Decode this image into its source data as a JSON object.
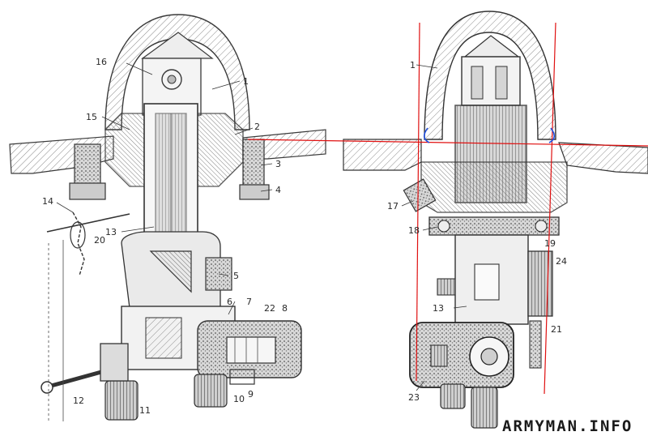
{
  "left_view": {
    "labels": [
      {
        "id": "16",
        "text": "16"
      },
      {
        "id": "1",
        "text": "1"
      },
      {
        "id": "15",
        "text": "15"
      },
      {
        "id": "2",
        "text": "2"
      },
      {
        "id": "3",
        "text": "3"
      },
      {
        "id": "4",
        "text": "4"
      },
      {
        "id": "14",
        "text": "14"
      },
      {
        "id": "20",
        "text": "20"
      },
      {
        "id": "13",
        "text": "13"
      },
      {
        "id": "5",
        "text": "5"
      },
      {
        "id": "6",
        "text": "6"
      },
      {
        "id": "7",
        "text": "7"
      },
      {
        "id": "22",
        "text": "22"
      },
      {
        "id": "8",
        "text": "8"
      },
      {
        "id": "12",
        "text": "12"
      },
      {
        "id": "11",
        "text": "11"
      },
      {
        "id": "10",
        "text": "10"
      },
      {
        "id": "9",
        "text": "9"
      }
    ]
  },
  "right_view": {
    "labels": [
      {
        "id": "1",
        "text": "1"
      },
      {
        "id": "17",
        "text": "17"
      },
      {
        "id": "18",
        "text": "18"
      },
      {
        "id": "19",
        "text": "19"
      },
      {
        "id": "24",
        "text": "24"
      },
      {
        "id": "13",
        "text": "13"
      },
      {
        "id": "21",
        "text": "21"
      },
      {
        "id": "23",
        "text": "23"
      }
    ]
  },
  "watermark": "ARMYMAN.INFO",
  "colors": {
    "ink": "#3a3a3a",
    "hatch": "#9a9a9a",
    "red_guides": "#e01010",
    "blue_marks": "#2050e0",
    "background": "#ffffff"
  }
}
